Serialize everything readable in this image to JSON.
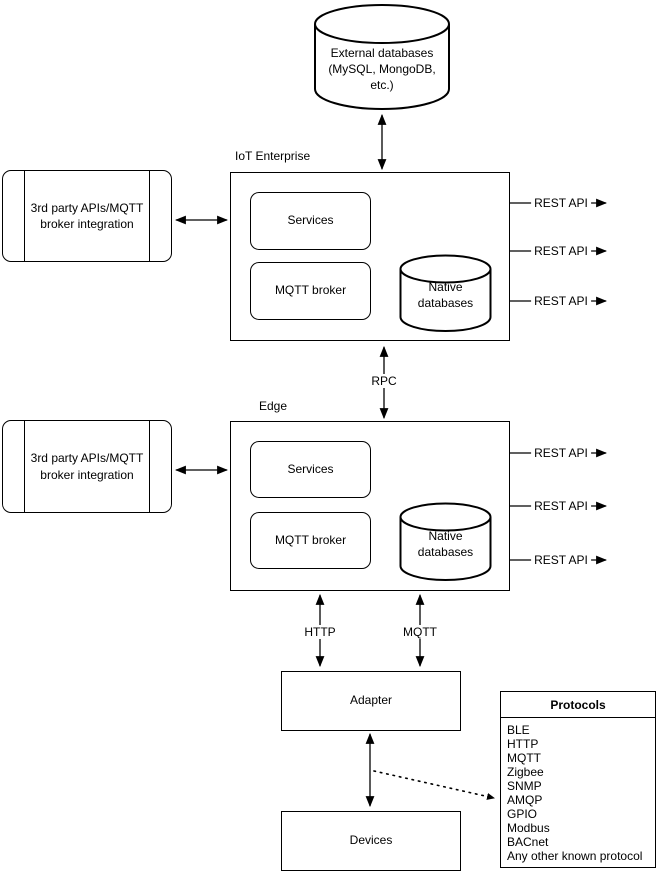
{
  "nodes": {
    "external_db": "External databases\n(MySQL, MongoDB,\netc.)",
    "enterprise": {
      "label": "IoT Enterprise",
      "services": "Services",
      "mqtt_broker": "MQTT broker",
      "native_db": "Native\ndatabases"
    },
    "edge": {
      "label": "Edge",
      "services": "Services",
      "mqtt_broker": "MQTT broker",
      "native_db": "Native\ndatabases"
    },
    "third_party": "3rd party APIs/MQTT\nbroker integration",
    "adapter": "Adapter",
    "devices": "Devices"
  },
  "connectors": {
    "rest_api": "REST API",
    "rpc": "RPC",
    "http": "HTTP",
    "mqtt": "MQTT"
  },
  "protocols": {
    "title": "Protocols",
    "items": [
      "BLE",
      "HTTP",
      "MQTT",
      "Zigbee",
      "SNMP",
      "AMQP",
      "GPIO",
      "Modbus",
      "BACnet",
      "Any other known protocol"
    ]
  },
  "colors": {
    "stroke": "#000000",
    "background": "#ffffff"
  }
}
